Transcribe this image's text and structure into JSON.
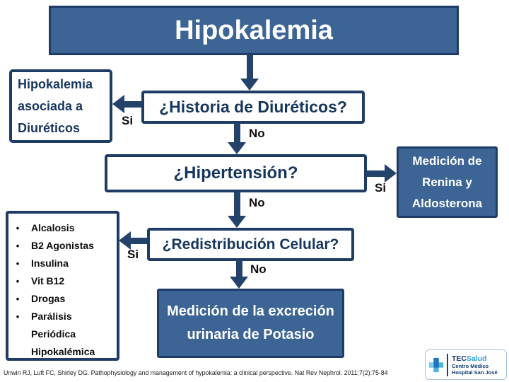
{
  "title": "Hipokalemia",
  "nodes": {
    "diuretics_assoc": {
      "text": "Hipokalemia asociada a Diuréticos"
    },
    "historia": {
      "text": "¿Historia de Diuréticos?"
    },
    "hipertension": {
      "text": "¿Hipertensión?"
    },
    "renina": {
      "line1": "Medición de",
      "line2": "Renina y",
      "line3": "Aldosterona"
    },
    "redistribucion": {
      "text": "¿Redistribución Celular?"
    },
    "potasio": {
      "line1": "Medición de la excreción",
      "line2": "urinaria de Potasio"
    }
  },
  "causes": {
    "items": [
      "Alcalosis",
      "B2 Agonistas",
      "Insulina",
      "Vit B12",
      "Drogas",
      "Parálisis Periódica Hipokalémica"
    ]
  },
  "labels": {
    "yes": "Si",
    "no": "No"
  },
  "citation": "Unwin RJ, Luft FC, Shirley DG. Pathophysiology and management of hypokalemia: a clinical perspective. Nat Rev Nephrol. 2011;7(2):75-84",
  "logo": {
    "brand_bold": "TEC",
    "brand_light": "Salud",
    "subtitle1": "Centro Médico",
    "subtitle2": "Hospital San José"
  },
  "colors": {
    "box_fill_blue": "#3C6596",
    "border_navy": "#1F3C66",
    "arrow_navy": "#24436B",
    "text_navy": "#17365D",
    "logo_dark_blue": "#0c3c6e",
    "logo_light_blue": "#2f9bd7"
  }
}
